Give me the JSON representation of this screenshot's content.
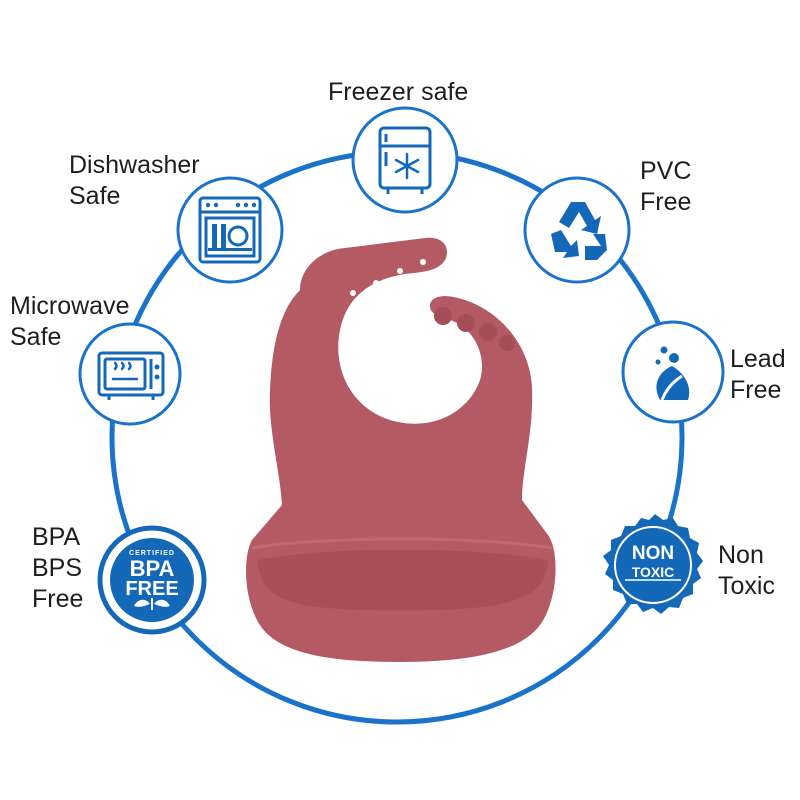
{
  "colors": {
    "ring": "#1a73c9",
    "icon_blue": "#1468b8",
    "bib": "#b35a64",
    "bib_shadow": "#9c4852",
    "text": "#1e1e1e"
  },
  "features": {
    "freezer": {
      "line1": "Freezer safe",
      "icon": "freezer-icon"
    },
    "dishwasher": {
      "line1": "Dishwasher",
      "line2": "Safe",
      "icon": "dishwasher-icon"
    },
    "pvc": {
      "line1": "PVC",
      "line2": "Free",
      "icon": "recycle-icon"
    },
    "microwave": {
      "line1": "Microwave",
      "line2": "Safe",
      "icon": "microwave-icon"
    },
    "lead": {
      "line1": "Lead",
      "line2": "Free",
      "icon": "leaf-drop-icon"
    },
    "bpa": {
      "line1": "BPA",
      "line2": "BPS",
      "line3": "Free",
      "icon": "bpa-free-seal-icon"
    },
    "nontoxic": {
      "line1": "Non",
      "line2": "Toxic",
      "icon": "non-toxic-seal-icon"
    }
  },
  "seals": {
    "bpa": {
      "top": "CERTIFIED",
      "main1": "BPA",
      "main2": "FREE"
    },
    "nontoxic": {
      "main1": "NON",
      "main2": "TOXIC"
    }
  }
}
